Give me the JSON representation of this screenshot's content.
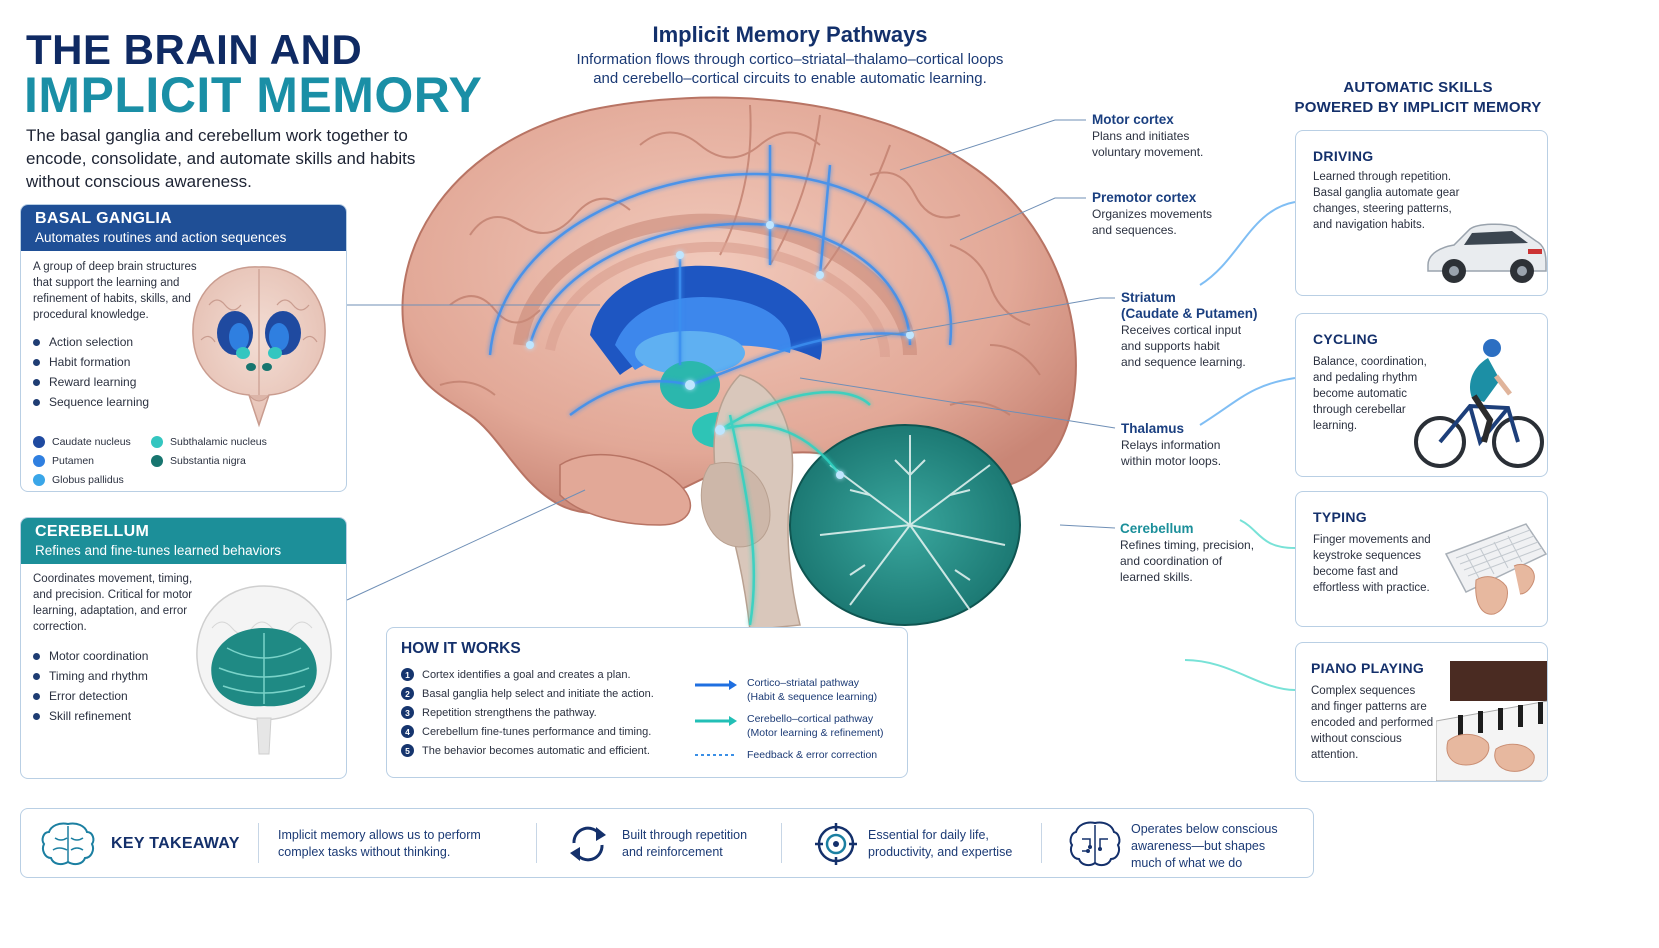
{
  "header": {
    "title_line1": "THE BRAIN AND",
    "title_line2": "IMPLICIT MEMORY",
    "intro": "The basal ganglia and cerebellum work together to encode, consolidate, and automate skills and habits without conscious awareness."
  },
  "center": {
    "title": "Implicit Memory Pathways",
    "subtitle_line1": "Information flows through cortico–striatal–thalamo–cortical loops",
    "subtitle_line2": "and cerebello–cortical circuits to enable automatic learning."
  },
  "basal_ganglia": {
    "title": "BASAL GANGLIA",
    "subtitle": "Automates routines and action sequences",
    "description": "A group of deep brain structures that support the learning and refinement of habits, skills, and procedural knowledge.",
    "bullets": [
      "Action selection",
      "Habit formation",
      "Reward learning",
      "Sequence learning"
    ],
    "legend": [
      {
        "label": "Caudate nucleus",
        "color": "#1f4aa0"
      },
      {
        "label": "Putamen",
        "color": "#2f7fe0"
      },
      {
        "label": "Globus pallidus",
        "color": "#3aa6e8"
      },
      {
        "label": "Subthalamic nucleus",
        "color": "#34c6c0"
      },
      {
        "label": "Substantia nigra",
        "color": "#17756f"
      }
    ]
  },
  "cerebellum": {
    "title": "CEREBELLUM",
    "subtitle": "Refines and fine-tunes learned behaviors",
    "description": "Coordinates movement, timing, and precision. Critical for motor learning, adaptation, and error correction.",
    "bullets": [
      "Motor coordination",
      "Timing and rhythm",
      "Error detection",
      "Skill refinement"
    ]
  },
  "brain_labels": {
    "motor": {
      "title": "Motor cortex",
      "desc1": "Plans and initiates",
      "desc2": "voluntary movement."
    },
    "premotor": {
      "title": "Premotor cortex",
      "desc1": "Organizes movements",
      "desc2": "and sequences."
    },
    "striatum": {
      "title1": "Striatum",
      "title2": "(Caudate & Putamen)",
      "desc1": "Receives cortical input",
      "desc2": "and supports habit",
      "desc3": "and sequence learning."
    },
    "thalamus": {
      "title": "Thalamus",
      "desc1": "Relays information",
      "desc2": "within motor loops."
    },
    "cerebellum": {
      "title": "Cerebellum",
      "desc1": "Refines timing, precision,",
      "desc2": "and coordination of",
      "desc3": "learned skills."
    }
  },
  "how_it_works": {
    "title": "HOW IT WORKS",
    "steps": [
      {
        "n": "1",
        "text": "Cortex identifies a goal and creates a plan."
      },
      {
        "n": "2",
        "text": "Basal ganglia help select and initiate the action."
      },
      {
        "n": "3",
        "text": "Repetition strengthens the pathway."
      },
      {
        "n": "4",
        "text": "Cerebellum fine-tunes performance and timing."
      },
      {
        "n": "5",
        "text": "The behavior becomes automatic and efficient."
      }
    ],
    "pathways": {
      "cortico": {
        "line1": "Cortico–striatal pathway",
        "line2": "(Habit & sequence learning)",
        "color": "#1f6fe0"
      },
      "cerebello": {
        "line1": "Cerebello–cortical pathway",
        "line2": "(Motor learning & refinement)",
        "color": "#22bfb6"
      },
      "feedback": {
        "line1": "Feedback & error correction",
        "color": "#3a8fe6"
      }
    }
  },
  "skills": {
    "title_line1": "AUTOMATIC SKILLS",
    "title_line2": "POWERED BY IMPLICIT MEMORY",
    "items": [
      {
        "title": "DRIVING",
        "desc": "Learned through repetition. Basal ganglia automate gear changes, steering patterns, and navigation habits."
      },
      {
        "title": "CYCLING",
        "desc": "Balance, coordination, and pedaling rhythm become automatic through cerebellar learning."
      },
      {
        "title": "TYPING",
        "desc": "Finger movements and keystroke sequences become fast and effortless with practice."
      },
      {
        "title": "PIANO PLAYING",
        "desc": "Complex sequences and finger patterns are encoded and performed without conscious attention."
      }
    ]
  },
  "takeaway": {
    "title": "KEY TAKEAWAY",
    "items": [
      {
        "line1": "Implicit memory allows us to perform",
        "line2": "complex tasks without thinking."
      },
      {
        "line1": "Built through repetition",
        "line2": "and reinforcement"
      },
      {
        "line1": "Essential for daily life,",
        "line2": "productivity, and expertise"
      },
      {
        "line1": "Operates below conscious",
        "line2": "awareness—but shapes",
        "line3": "much of what we do"
      }
    ]
  },
  "colors": {
    "navy": "#0f2a63",
    "teal": "#1a8fa6",
    "basal_header": "#1f4f96",
    "cerebellum_header": "#1c8f99"
  }
}
